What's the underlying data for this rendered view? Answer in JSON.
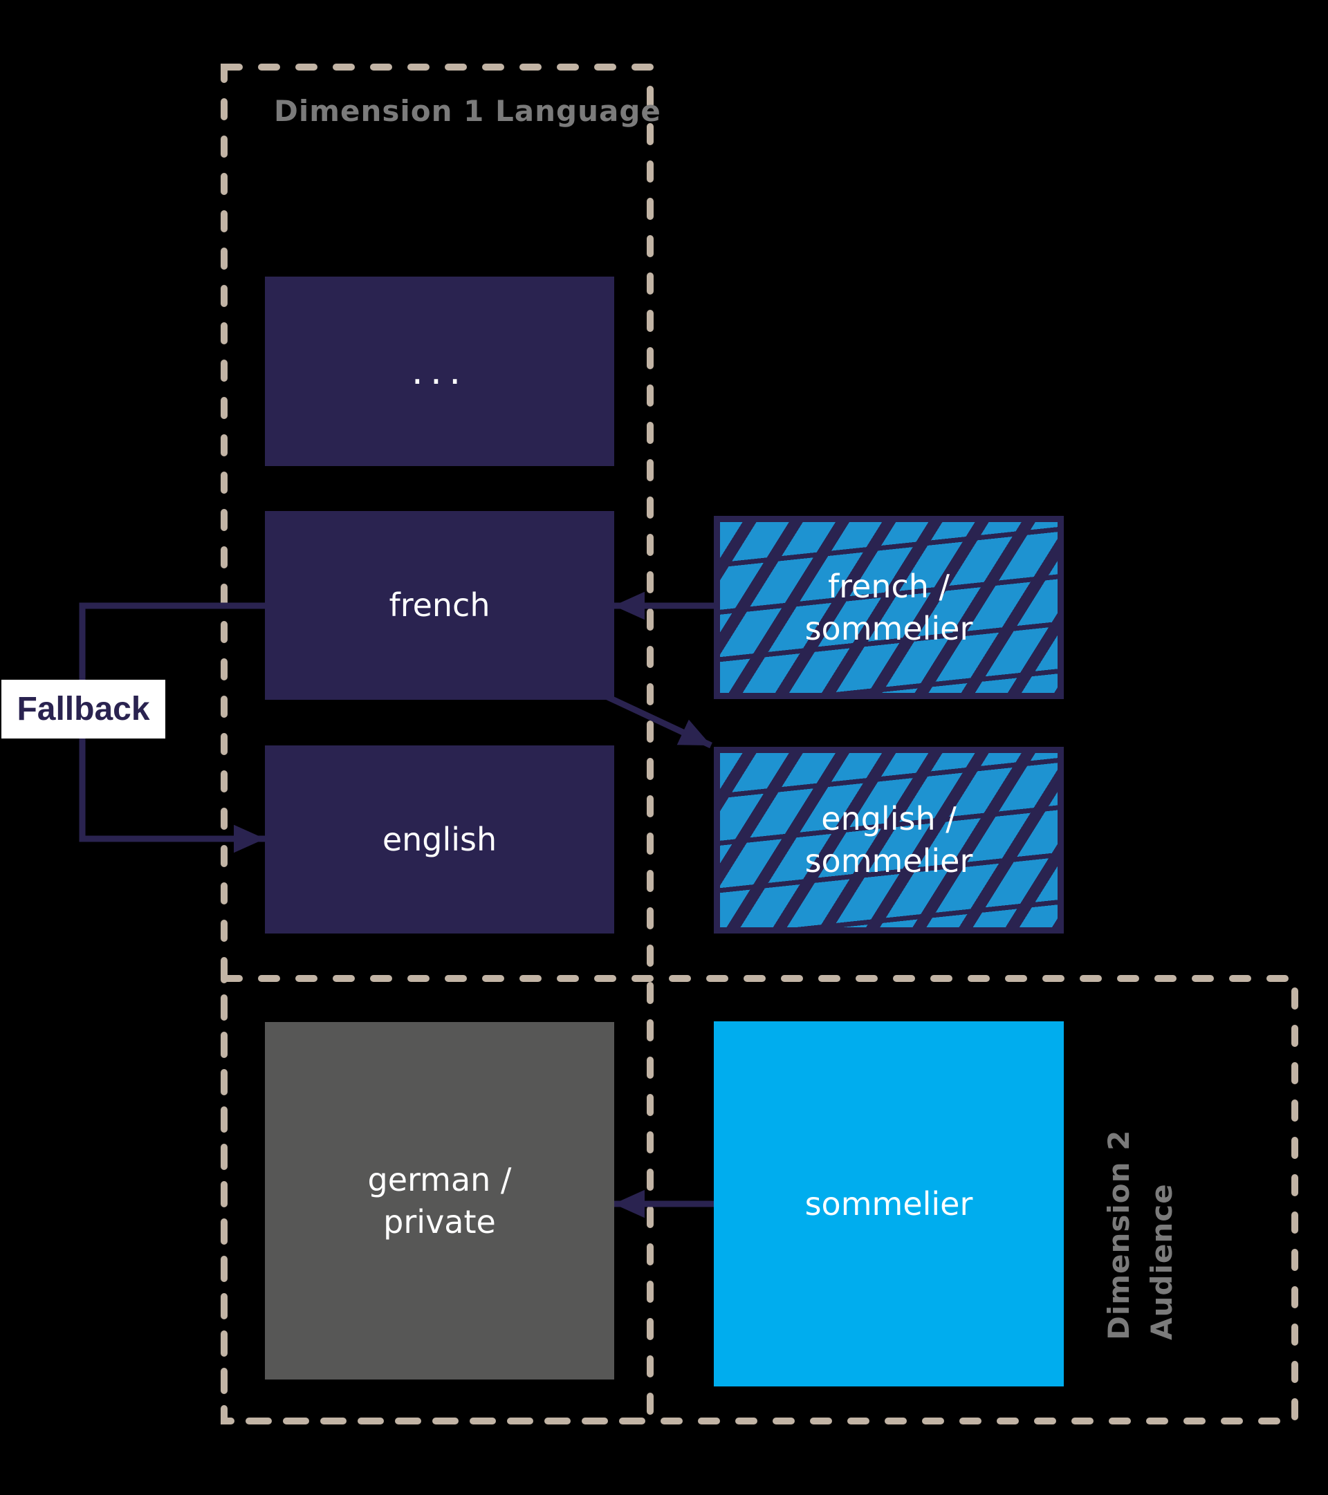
{
  "palette": {
    "background": "#000000",
    "navy": "#2A2350",
    "cyan": "#00ADEE",
    "stripe_blue": "#1E93D1",
    "gray_box": "#575756",
    "dash_beige": "#C2B4A5",
    "label_gray": "#7B7B7B",
    "white": "#FFFFFF"
  },
  "dimension1_label": {
    "line1": "Dimension 1",
    "line2": "Language"
  },
  "dimension2_label": {
    "line1": "Dimension 2",
    "line2": "Audience"
  },
  "fallback": {
    "label": "Fallback"
  },
  "boxes": {
    "ellipsis": {
      "label": "..."
    },
    "french": {
      "label": "french"
    },
    "english": {
      "label": "english"
    },
    "french_sommelier": {
      "line1": "french /",
      "line2": "sommelier"
    },
    "english_sommelier": {
      "line1": "english /",
      "line2": "sommelier"
    },
    "german_private": {
      "line1": "german /",
      "line2": "private"
    },
    "sommelier": {
      "label": "sommelier"
    }
  }
}
